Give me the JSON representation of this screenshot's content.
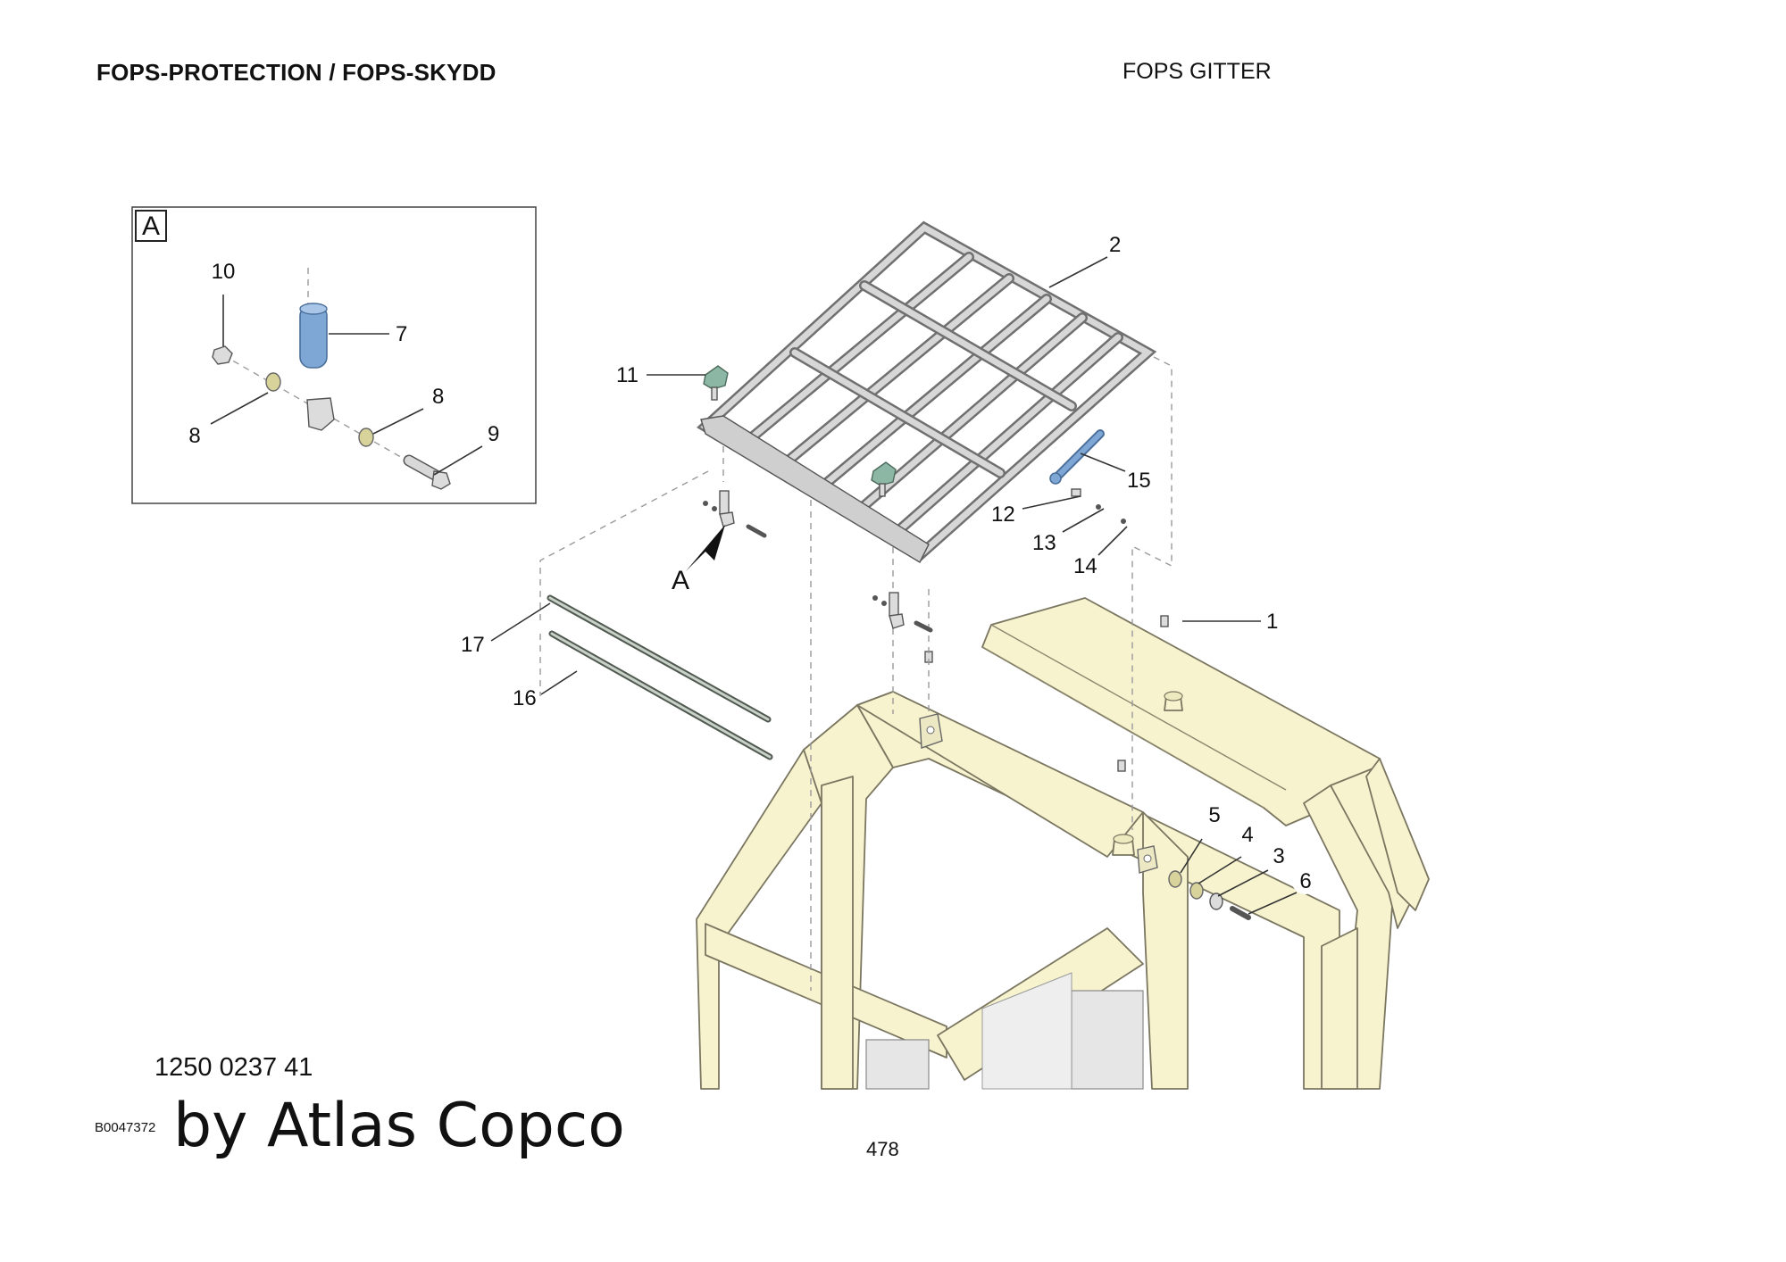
{
  "header": {
    "section_title": "FOPS-PROTECTION / FOPS-SKYDD",
    "subtitle": "FOPS GITTER"
  },
  "detail_box": {
    "label": "A",
    "callouts": [
      "10",
      "7",
      "8",
      "8",
      "9"
    ]
  },
  "main_callouts": [
    "2",
    "11",
    "15",
    "12",
    "13",
    "14",
    "1",
    "17",
    "16",
    "5",
    "4",
    "3",
    "6"
  ],
  "view_marker": "A",
  "footer": {
    "part_number": "1250 0237 41",
    "image_code": "B0047372",
    "brand": "by Atlas Copco",
    "page_number": "478"
  }
}
